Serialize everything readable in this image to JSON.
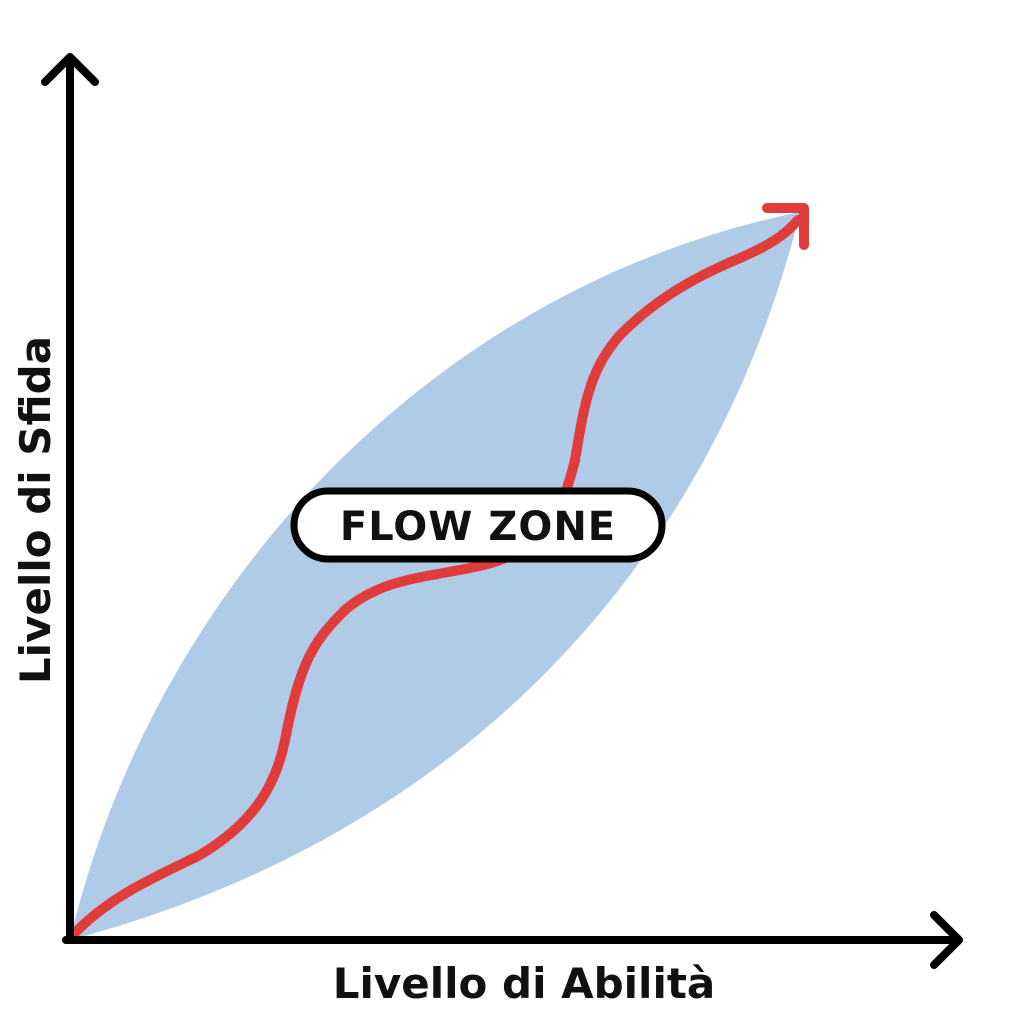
{
  "diagram": {
    "x_axis_label": "Livello di Abilità",
    "y_axis_label": "Livello di Sfida",
    "zone_label": "FLOW ZONE"
  },
  "colors": {
    "zone_fill": "#b0cbe8",
    "path_stroke": "#e03c3c",
    "axis_stroke": "#000000",
    "text": "#111111",
    "label_background": "#ffffff"
  }
}
